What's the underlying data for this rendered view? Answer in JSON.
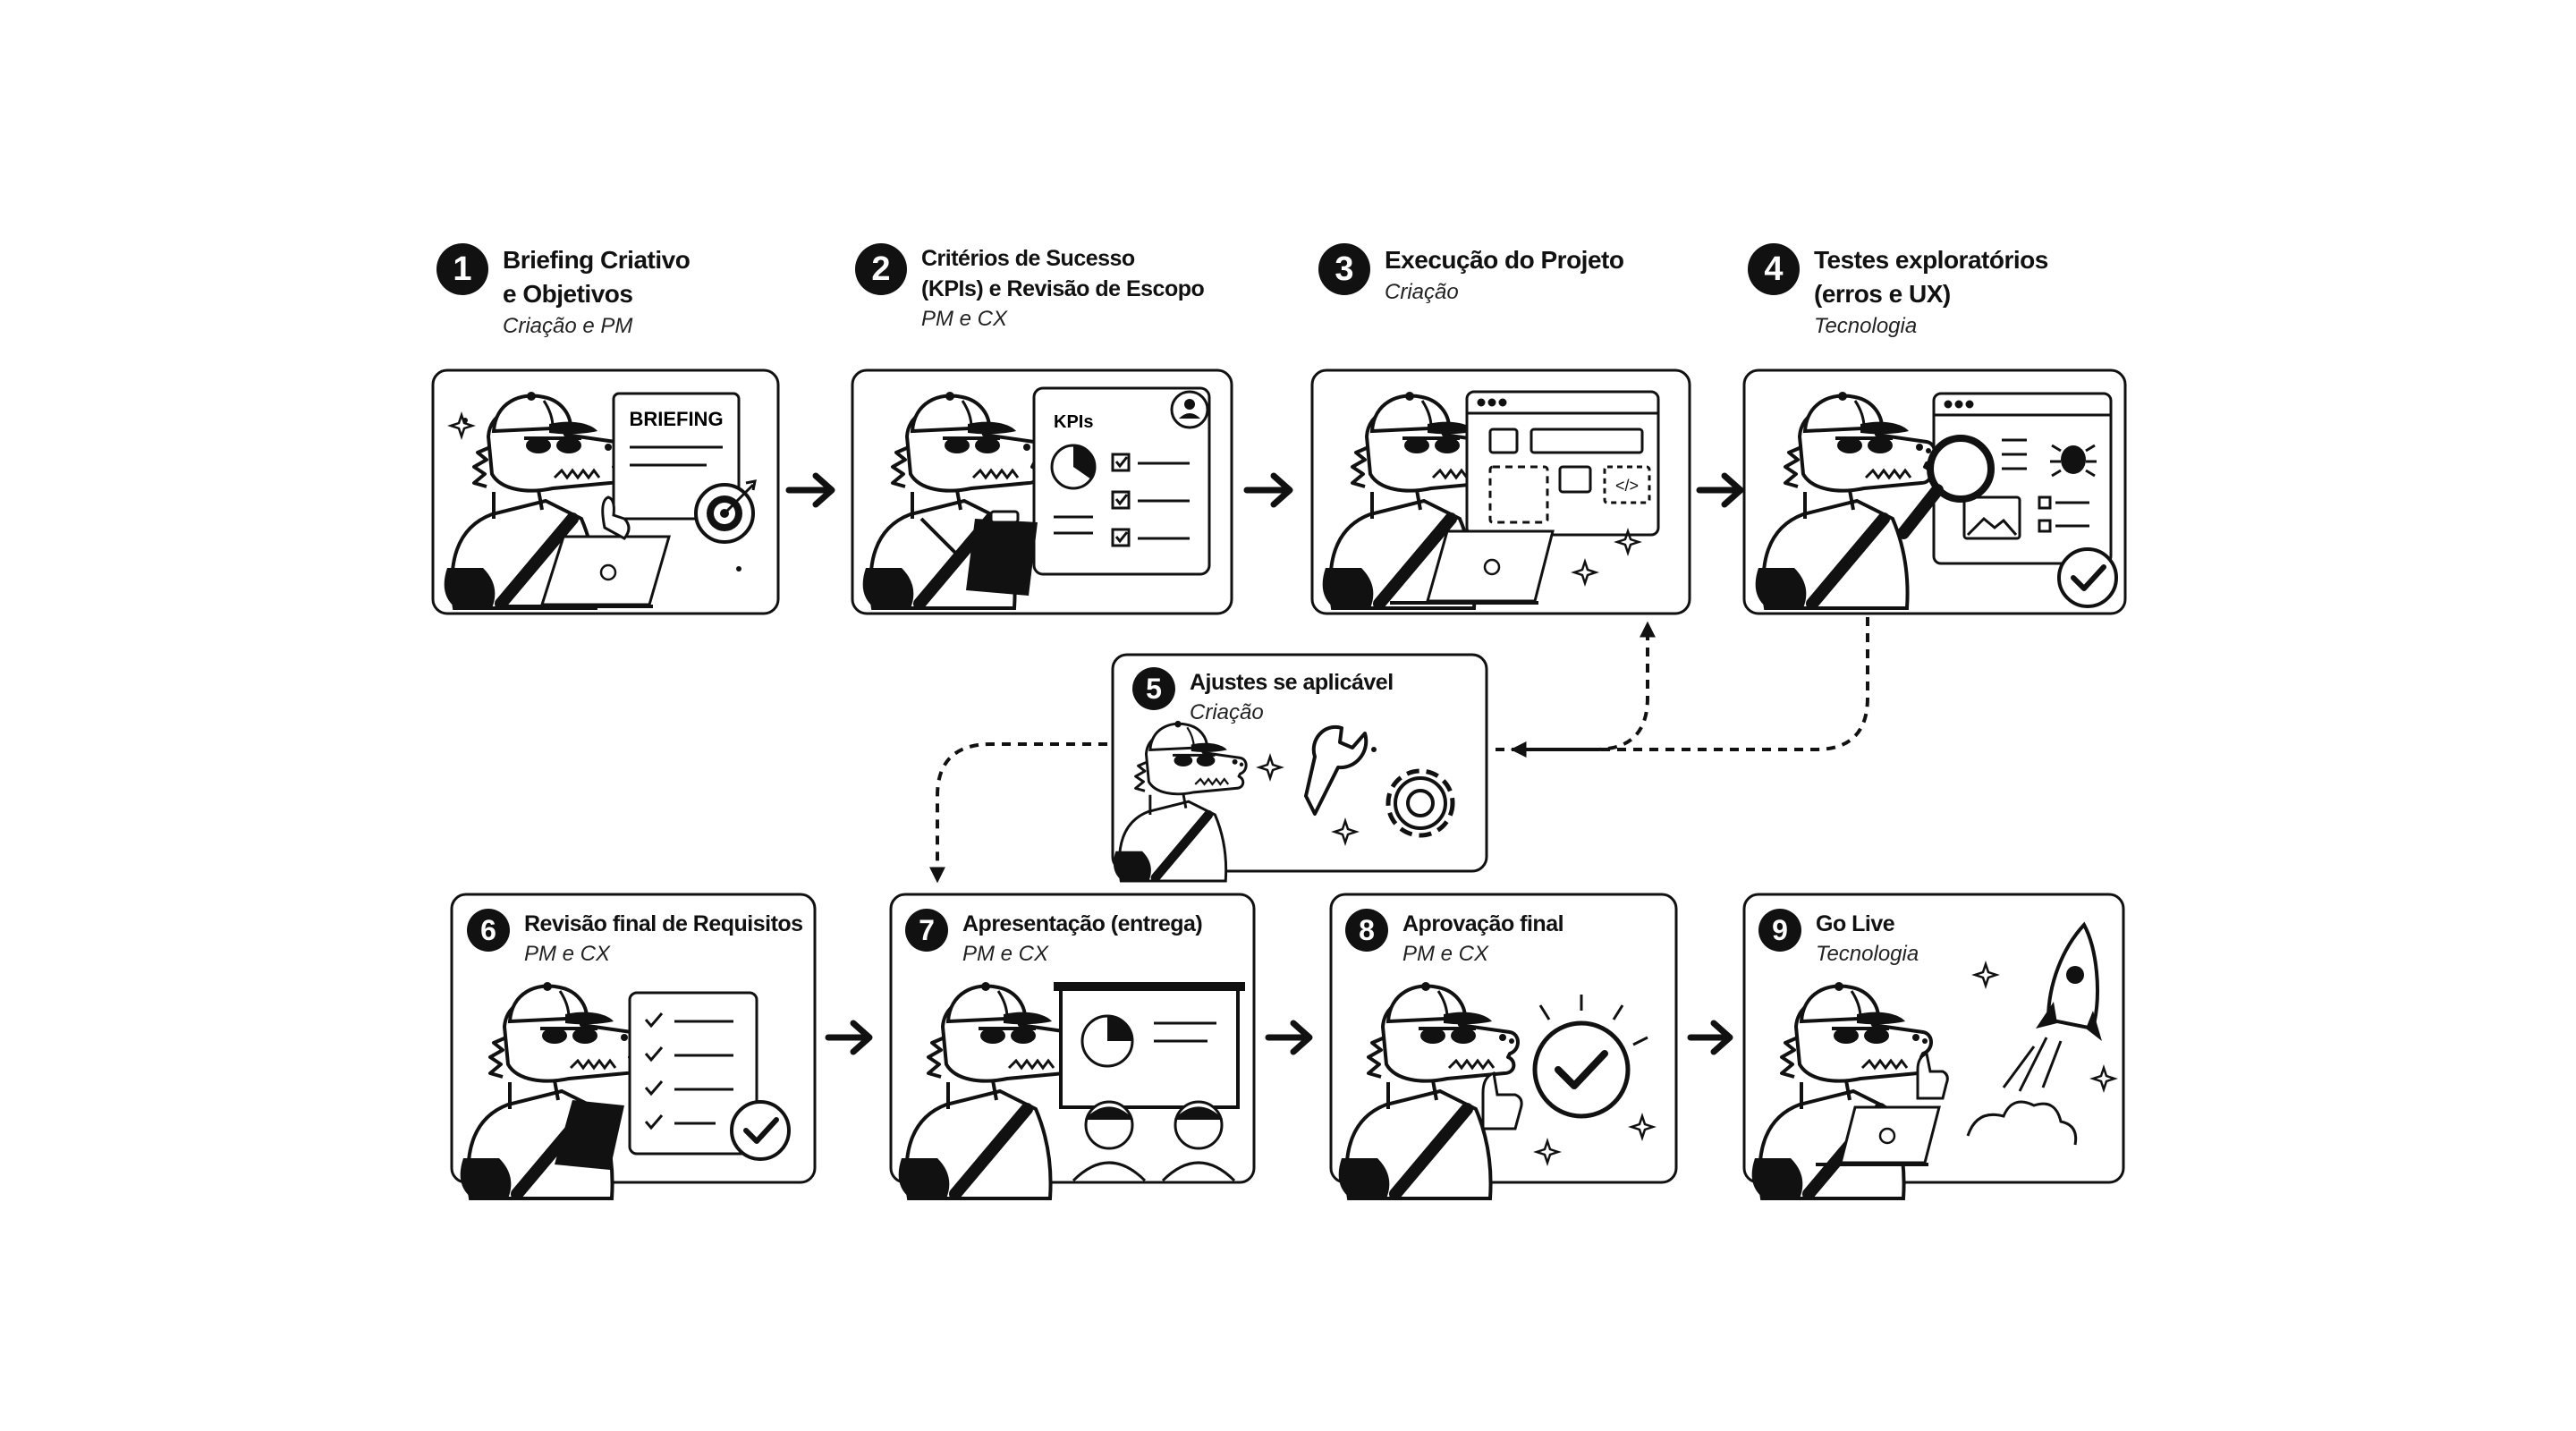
{
  "steps": [
    {
      "number": "1",
      "title_line1": "Briefing Criativo",
      "title_line2": "e Objetivos",
      "team": "Criação e PM"
    },
    {
      "number": "2",
      "title_line1": "Critérios de Sucesso",
      "title_line2": "(KPIs) e Revisão de Escopo",
      "team": "PM e CX"
    },
    {
      "number": "3",
      "title_line1": "Execução do Projeto",
      "team": "Criação"
    },
    {
      "number": "4",
      "title_line1": "Testes exploratórios",
      "title_line2": "(erros e UX)",
      "team": "Tecnologia"
    },
    {
      "number": "5",
      "title_line1": "Ajustes se aplicável",
      "team": "Criação"
    },
    {
      "number": "6",
      "title_line1": "Revisão final de Requisitos",
      "team": "PM e CX"
    },
    {
      "number": "7",
      "title_line1": "Apresentação (entrega)",
      "team": "PM e CX"
    },
    {
      "number": "8",
      "title_line1": "Aprovação final",
      "team": "PM e CX"
    },
    {
      "number": "9",
      "title_line1": "Go Live",
      "team": "Tecnologia"
    }
  ],
  "illustration_labels": {
    "briefing": "BRIEFING",
    "kpis": "KPIs"
  },
  "icons": [
    "crocodile-mascot",
    "laptop-icon",
    "target-icon",
    "clipboard-icon",
    "pie-chart-icon",
    "checklist-icon",
    "browser-wireframe-icon",
    "code-icon",
    "magnifier-icon",
    "bug-icon",
    "wrench-icon",
    "gear-icon",
    "presentation-board-icon",
    "thumbs-up-icon",
    "check-circle-icon",
    "rocket-icon"
  ],
  "colors": {
    "ink": "#111111",
    "background": "#ffffff"
  }
}
